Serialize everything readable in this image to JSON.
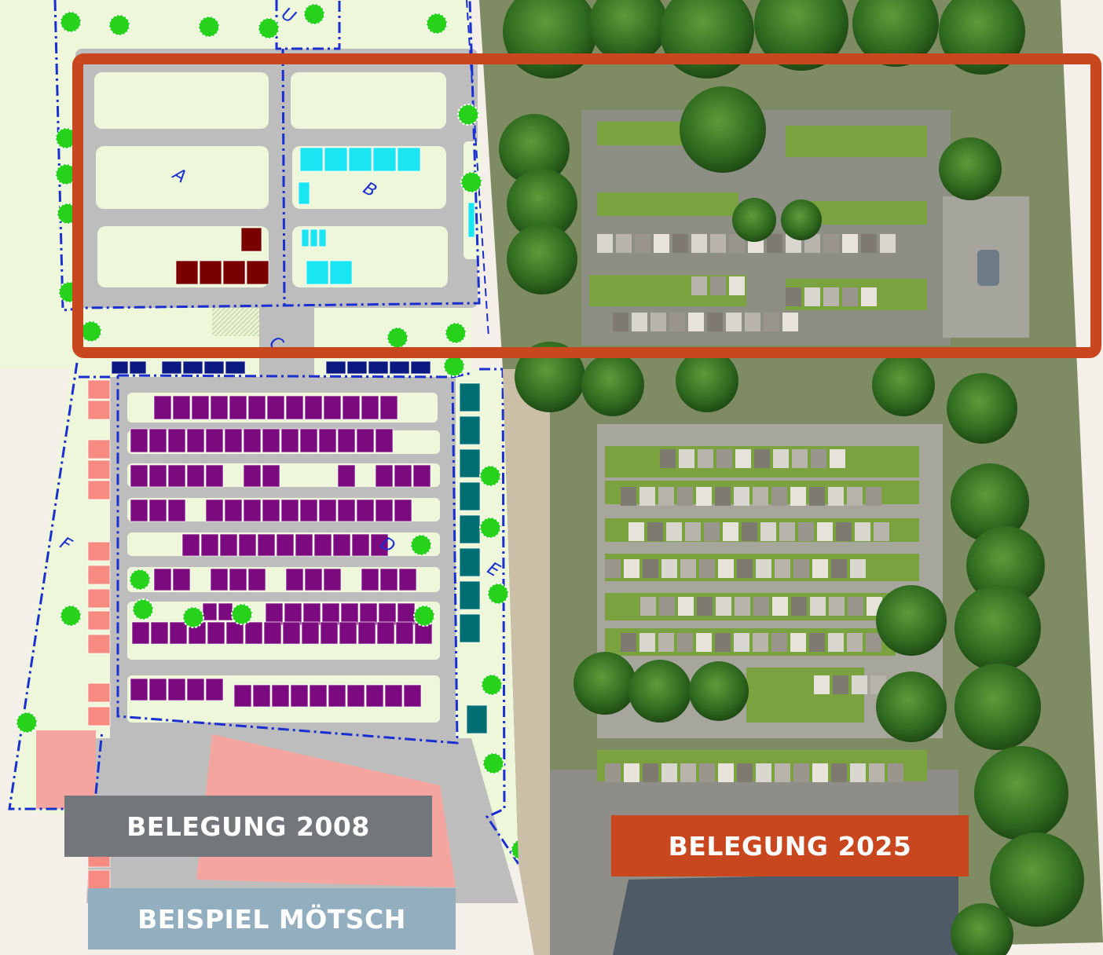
{
  "labels": {
    "belegung_2008": "BELEGUNG 2008",
    "belegung_2025": "BELEGUNG 2025",
    "beispiel": "BEISPIEL MÖTSCH"
  },
  "sections": {
    "a": "A",
    "b": "B",
    "c": "C",
    "d": "D",
    "e": "E",
    "f": "F",
    "u": "U"
  },
  "colors": {
    "background": "#f4efe8",
    "plan_green": "#eef7d9",
    "path_gray": "#bdbdbd",
    "boundary_blue": "#1a2fd1",
    "highlight_frame": "#c9471f",
    "grave_purple": "#7a0a7e",
    "grave_navy": "#0a1a80",
    "grave_darkred": "#7a0000",
    "grave_cyan": "#19e6f2",
    "grave_teal": "#006f74",
    "grave_salmon": "#f78b82",
    "tree_green": "#26d21a",
    "banner_2008": "#73777b",
    "banner_2025": "#c9471f",
    "banner_moetsch": "#92aebf"
  }
}
